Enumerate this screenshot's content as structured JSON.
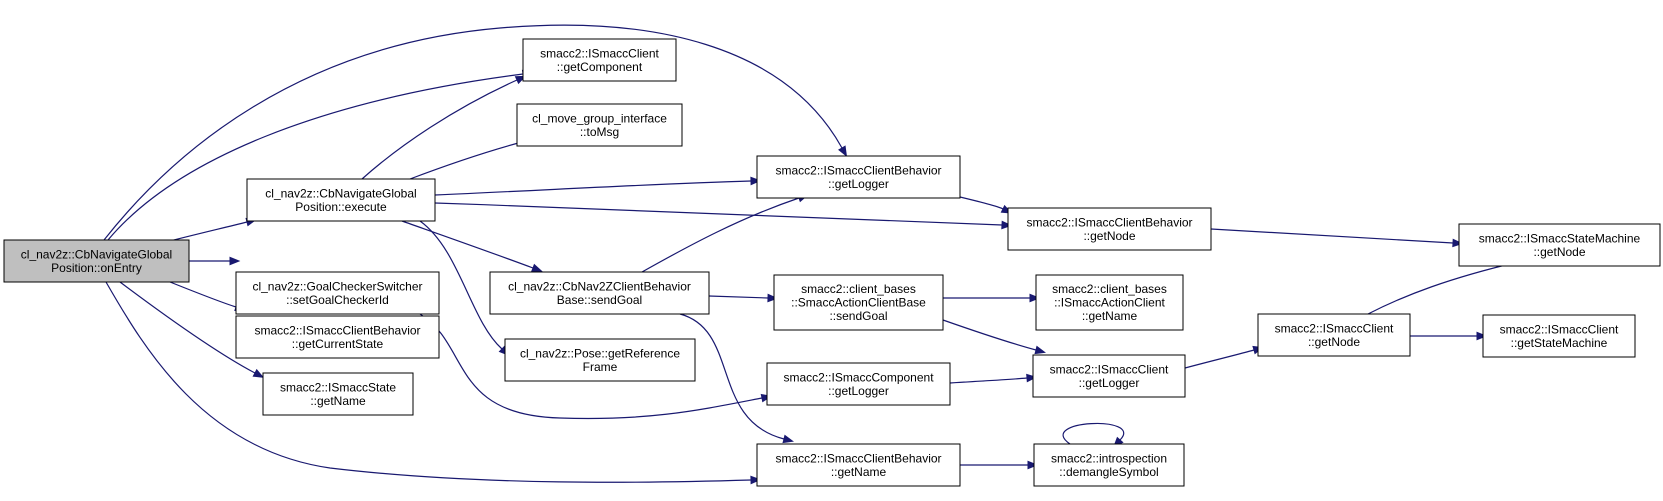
{
  "colors": {
    "edge": "#191970",
    "root_fill": "#bfbfbf",
    "node_fill": "#ffffff",
    "node_stroke": "#000000"
  },
  "nodes": {
    "root": [
      "cl_nav2z::CbNavigateGlobal",
      "Position::onEntry"
    ],
    "cb_execute": [
      "cl_nav2z::CbNavigateGlobal",
      "Position::execute"
    ],
    "goal_checker": [
      "cl_nav2z::GoalCheckerSwitcher",
      "::setGoalCheckerId"
    ],
    "get_current_state": [
      "smacc2::ISmaccClientBehavior",
      "::getCurrentState"
    ],
    "state_get_name": [
      "smacc2::ISmaccState",
      "::getName"
    ],
    "client_get_component": [
      "smacc2::ISmaccClient",
      "::getComponent"
    ],
    "to_msg": [
      "cl_move_group_interface",
      "::toMsg"
    ],
    "cb_send_goal": [
      "cl_nav2z::CbNav2ZClientBehavior",
      "Base::sendGoal"
    ],
    "pose_ref_frame": [
      "cl_nav2z::Pose::getReference",
      "Frame"
    ],
    "cb_get_logger": [
      "smacc2::ISmaccClientBehavior",
      "::getLogger"
    ],
    "component_get_logger": [
      "smacc2::ISmaccComponent",
      "::getLogger"
    ],
    "cb_get_name": [
      "smacc2::ISmaccClientBehavior",
      "::getName"
    ],
    "cb_get_node": [
      "smacc2::ISmaccClientBehavior",
      "::getNode"
    ],
    "action_send_goal": [
      "smacc2::client_bases",
      "::SmaccActionClientBase",
      "::sendGoal"
    ],
    "client_get_logger": [
      "smacc2::ISmaccClient",
      "::getLogger"
    ],
    "demangle": [
      "smacc2::introspection",
      "::demangleSymbol"
    ],
    "action_get_name": [
      "smacc2::client_bases",
      "::ISmaccActionClient",
      "::getName"
    ],
    "client_get_node": [
      "smacc2::ISmaccClient",
      "::getNode"
    ],
    "sm_get_node": [
      "smacc2::ISmaccStateMachine",
      "::getNode"
    ],
    "client_get_sm": [
      "smacc2::ISmaccClient",
      "::getStateMachine"
    ]
  },
  "edges": [
    [
      "root",
      "cb_execute"
    ],
    [
      "root",
      "goal_checker"
    ],
    [
      "root",
      "get_current_state"
    ],
    [
      "root",
      "state_get_name"
    ],
    [
      "root",
      "client_get_component"
    ],
    [
      "root",
      "cb_get_logger"
    ],
    [
      "root",
      "cb_get_name"
    ],
    [
      "cb_execute",
      "client_get_component"
    ],
    [
      "cb_execute",
      "to_msg"
    ],
    [
      "cb_execute",
      "cb_get_logger"
    ],
    [
      "cb_execute",
      "cb_get_node"
    ],
    [
      "cb_execute",
      "cb_send_goal"
    ],
    [
      "cb_execute",
      "pose_ref_frame"
    ],
    [
      "goal_checker",
      "component_get_logger"
    ],
    [
      "cb_send_goal",
      "cb_get_logger"
    ],
    [
      "cb_send_goal",
      "action_send_goal"
    ],
    [
      "cb_send_goal",
      "cb_get_name"
    ],
    [
      "cb_get_logger",
      "cb_get_node"
    ],
    [
      "cb_get_node",
      "sm_get_node"
    ],
    [
      "action_send_goal",
      "action_get_name"
    ],
    [
      "action_send_goal",
      "client_get_logger"
    ],
    [
      "component_get_logger",
      "client_get_logger"
    ],
    [
      "client_get_logger",
      "client_get_node"
    ],
    [
      "client_get_node",
      "sm_get_node"
    ],
    [
      "client_get_node",
      "client_get_sm"
    ],
    [
      "cb_get_name",
      "demangle"
    ],
    [
      "demangle",
      "demangle"
    ]
  ]
}
